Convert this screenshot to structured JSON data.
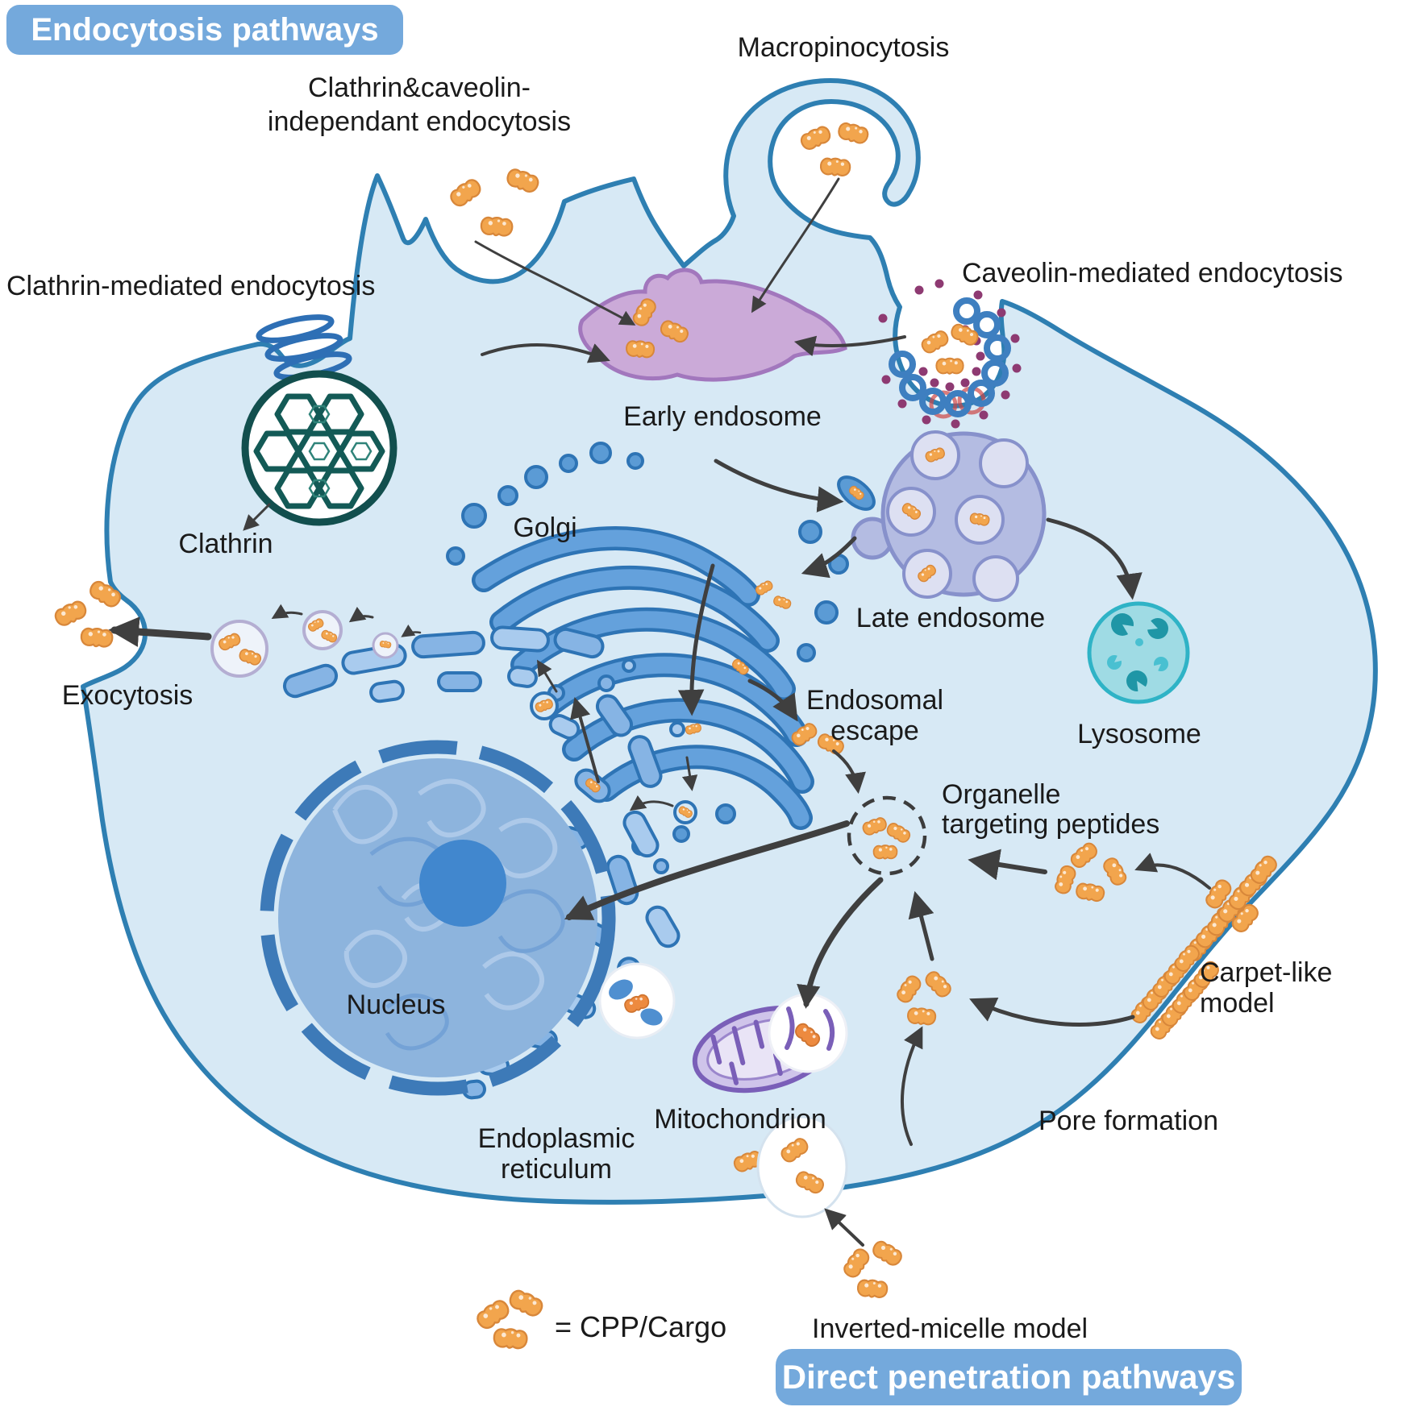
{
  "titles": {
    "endocytosis": "Endocytosis pathways",
    "direct_penetration": "Direct penetration pathways"
  },
  "labels": {
    "clathrin_caveolin_independent": "Clathrin&caveolin-\nindependant endocytosis",
    "macropinocytosis": "Macropinocytosis",
    "caveolin_mediated": "Caveolin-mediated endocytosis",
    "clathrin_mediated": "Clathrin-mediated  endocytosis",
    "clathrin": "Clathrin",
    "golgi": "Golgi",
    "early_endosome": "Early endosome",
    "late_endosome": "Late endosome",
    "lysosome": "Lysosome",
    "exocytosis": "Exocytosis",
    "endosomal_escape": "Endosomal\nescape",
    "organelle_targeting_peptides": "Organelle\ntargeting peptides",
    "nucleus": "Nucleus",
    "endoplasmic_reticulum": "Endoplasmic\nreticulum",
    "mitochondrion": "Mitochondrion",
    "carpet_like_model": "Carpet-like model",
    "pore_formation": "Pore formation",
    "inverted_micelle_model": "Inverted-micelle model"
  },
  "legend": {
    "text": "= CPP/Cargo"
  },
  "icons": {
    "cargo": "cpp-cargo-peanut"
  },
  "colors": {
    "badge_bg": "#74a9dc",
    "badge_text": "#ffffff",
    "cell_fill": "#d7e9f5",
    "membrane": "#2e7fb2",
    "cargo": "#f2a54d",
    "cargo_outline": "#d8873a",
    "arrow": "#3f3f3f",
    "early_endosome": "#cbaad8",
    "late_endosome": "#b4bce2",
    "lysosome": "#9fdbe4",
    "golgi": "#5b9bd5",
    "nucleus": "#8db4dd",
    "mitochondrion": "#cfc4ea",
    "clathrin_cage": "#135a56",
    "caveolin_dot": "#8e3a72"
  }
}
